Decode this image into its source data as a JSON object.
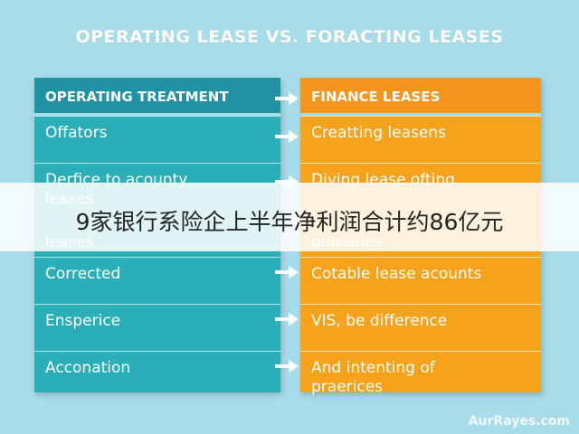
{
  "title": "OPERATING LEASE VS. FORACTING LEASES",
  "left_column": {
    "header": "OPERATING TREATMENT",
    "rows": [
      {
        "line1": "Offators",
        "line2": ""
      },
      {
        "line1": "Derfice to acounty",
        "line2": "leases"
      },
      {
        "line1": "",
        "line2": "leases"
      },
      {
        "line1": "Corrected",
        "line2": ""
      },
      {
        "line1": "Ensperice",
        "line2": ""
      },
      {
        "line1": "Acconation",
        "line2": ""
      }
    ]
  },
  "right_column": {
    "header": "FINANCE LEASES",
    "rows": [
      {
        "line1": "Creatting leasens",
        "line2": ""
      },
      {
        "line1": "Diving lease ofting",
        "line2": ""
      },
      {
        "line1": "",
        "line2": "purceties"
      },
      {
        "line1": "Cotable lease acounts",
        "line2": ""
      },
      {
        "line1": "VIS, be difference",
        "line2": ""
      },
      {
        "line1": "And intenting of",
        "line2": "praerices"
      }
    ]
  },
  "overlay_caption": "9家银行系险企上半年净利润合计约86亿元",
  "watermark": "AurRayes.com",
  "colors": {
    "background": "#a7dcea",
    "teal": "#2aaeb8",
    "orange": "#f7a21b"
  },
  "icons": {
    "arrow": "right-arrow-icon"
  }
}
